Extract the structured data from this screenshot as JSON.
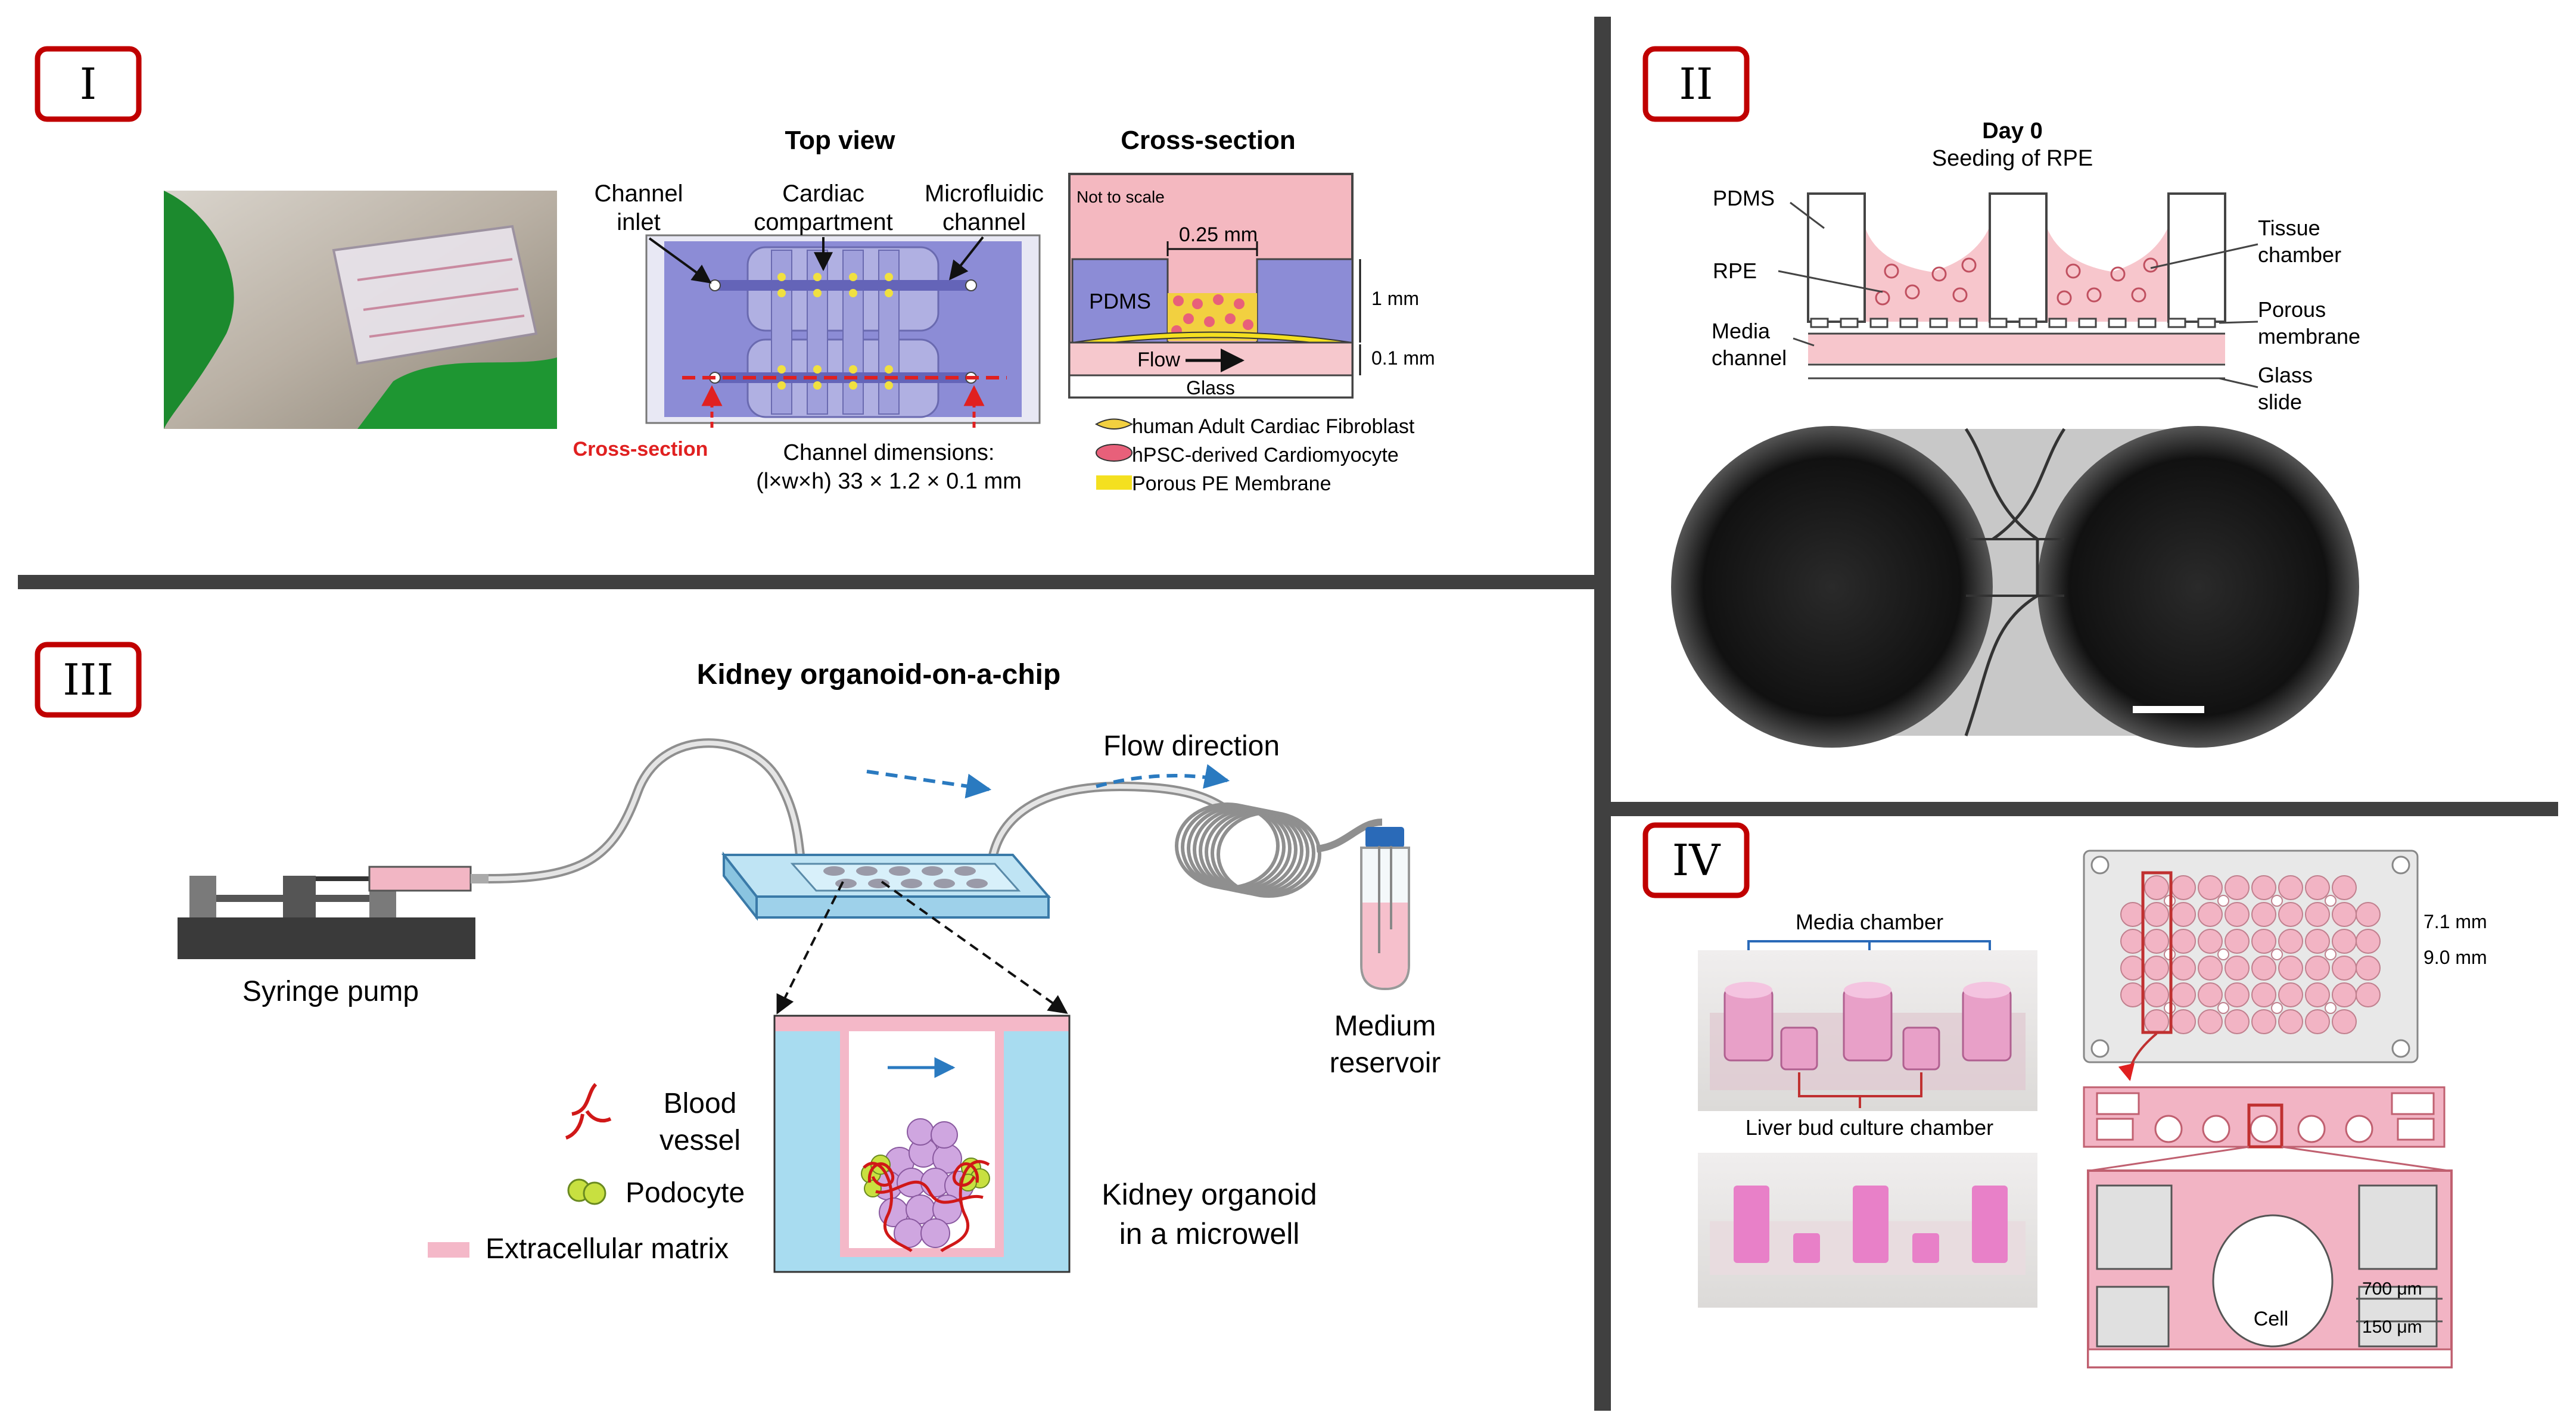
{
  "panels": {
    "one": {
      "badge": "I",
      "top_view_title": "Top view",
      "cross_section_title": "Cross-section",
      "channel_inlet": [
        "Channel",
        "inlet"
      ],
      "cardiac_compartment": [
        "Cardiac",
        "compartment"
      ],
      "microfluidic_channel": [
        "Microfluidic",
        "channel"
      ],
      "cross_section_marker": "Cross-section",
      "channel_dimensions": [
        "Channel dimensions:",
        "(l×w×h) 33 × 1.2 × 0.1 mm"
      ],
      "not_to_scale": "Not to scale",
      "gap": "0.25 mm",
      "pdms": "PDMS",
      "flow": "Flow",
      "glass": "Glass",
      "height_1": "1 mm",
      "height_2": "0.1 mm",
      "legend": [
        "human Adult Cardiac Fibroblast",
        "hPSC-derived Cardiomyocyte",
        "Porous PE Membrane"
      ]
    },
    "two": {
      "badge": "II",
      "day": "Day 0",
      "seeding": "Seeding of RPE",
      "pdms": "PDMS",
      "rpe": "RPE",
      "media_channel": [
        "Media",
        "channel"
      ],
      "tissue_chamber": [
        "Tissue",
        "chamber"
      ],
      "porous_membrane": [
        "Porous",
        "membrane"
      ],
      "glass_slide": [
        "Glass",
        "slide"
      ]
    },
    "three": {
      "badge": "III",
      "title": "Kidney organoid-on-a-chip",
      "flow_direction": "Flow direction",
      "syringe_pump": "Syringe pump",
      "medium_reservoir": [
        "Medium",
        "reservoir"
      ],
      "blood_vessel": [
        "Blood",
        "vessel"
      ],
      "podocyte": "Podocyte",
      "ecm": "Extracellular matrix",
      "organoid": [
        "Kidney organoid",
        "in a microwell"
      ]
    },
    "four": {
      "badge": "IV",
      "media_chamber": "Media chamber",
      "liver_bud": "Liver bud culture chamber",
      "dim_1": "7.1 mm",
      "dim_2": "9.0 mm",
      "dim_3": "700 μm",
      "dim_4": "150 μm",
      "cell": "Cell"
    }
  },
  "colors": {
    "badge_border": "#c00000",
    "divider": "#404040",
    "chip_blue": "#8c8cd6",
    "pink": "#f7c6cc",
    "cross_red": "#e02020",
    "flow_blue": "#2a7ac0",
    "well_blue": "#a8dcf0"
  }
}
